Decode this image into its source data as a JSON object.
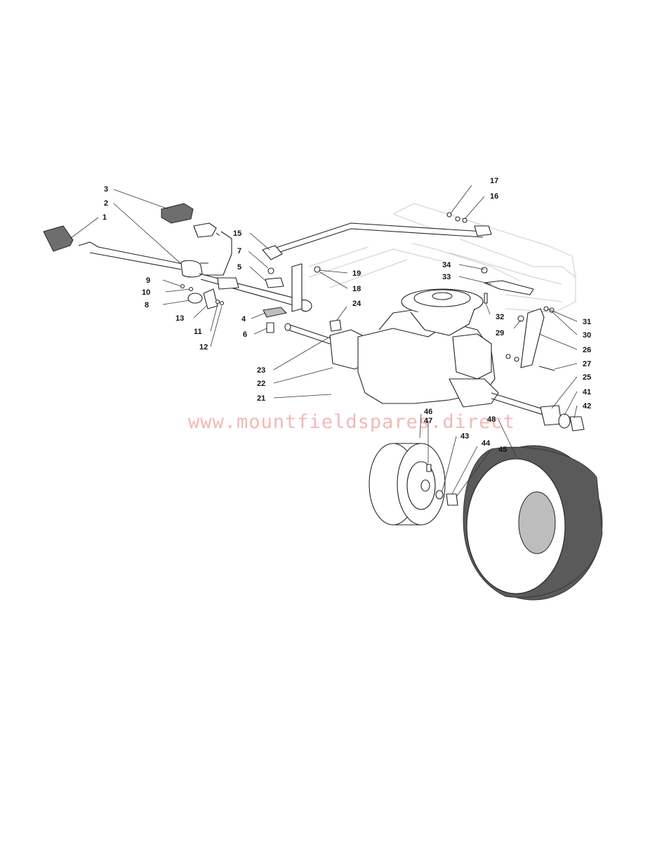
{
  "watermark": "www.mountfieldspares.direct",
  "callouts": [
    {
      "id": "c1",
      "label": "1"
    },
    {
      "id": "c2",
      "label": "2"
    },
    {
      "id": "c3",
      "label": "3"
    },
    {
      "id": "c4",
      "label": "4"
    },
    {
      "id": "c5",
      "label": "5"
    },
    {
      "id": "c6",
      "label": "6"
    },
    {
      "id": "c7",
      "label": "7"
    },
    {
      "id": "c8",
      "label": "8"
    },
    {
      "id": "c9",
      "label": "9"
    },
    {
      "id": "c10",
      "label": "10"
    },
    {
      "id": "c11",
      "label": "11"
    },
    {
      "id": "c12",
      "label": "12"
    },
    {
      "id": "c13",
      "label": "13"
    },
    {
      "id": "c15",
      "label": "15"
    },
    {
      "id": "c16",
      "label": "16"
    },
    {
      "id": "c17",
      "label": "17"
    },
    {
      "id": "c18",
      "label": "18"
    },
    {
      "id": "c19",
      "label": "19"
    },
    {
      "id": "c21",
      "label": "21"
    },
    {
      "id": "c22",
      "label": "22"
    },
    {
      "id": "c23",
      "label": "23"
    },
    {
      "id": "c24",
      "label": "24"
    },
    {
      "id": "c25",
      "label": "25"
    },
    {
      "id": "c26",
      "label": "26"
    },
    {
      "id": "c27",
      "label": "27"
    },
    {
      "id": "c29",
      "label": "29"
    },
    {
      "id": "c30",
      "label": "30"
    },
    {
      "id": "c31",
      "label": "31"
    },
    {
      "id": "c32",
      "label": "32"
    },
    {
      "id": "c33",
      "label": "33"
    },
    {
      "id": "c34",
      "label": "34"
    },
    {
      "id": "c41",
      "label": "41"
    },
    {
      "id": "c42",
      "label": "42"
    },
    {
      "id": "c43",
      "label": "43"
    },
    {
      "id": "c44",
      "label": "44"
    },
    {
      "id": "c45",
      "label": "45"
    },
    {
      "id": "c46",
      "label": "46"
    },
    {
      "id": "c47",
      "label": "47"
    },
    {
      "id": "c48",
      "label": "48"
    }
  ]
}
